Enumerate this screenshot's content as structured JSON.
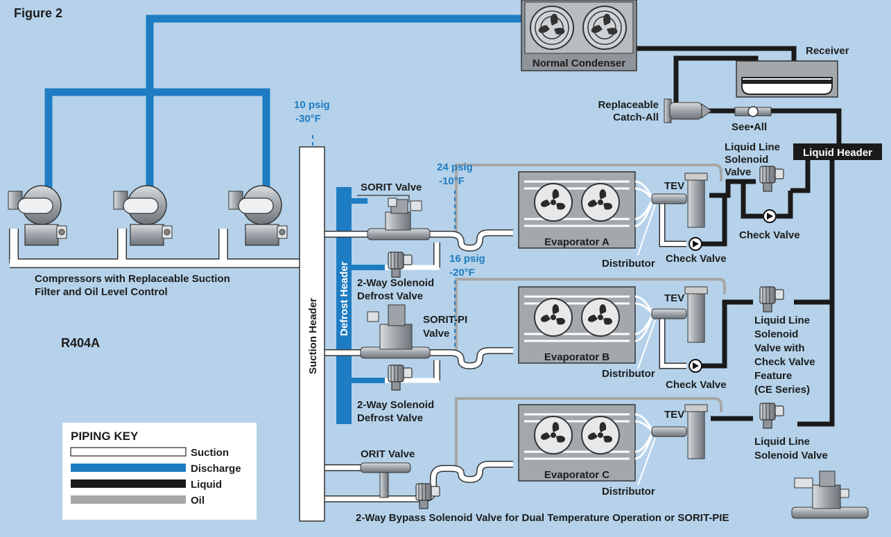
{
  "figure_title": "Figure 2",
  "refrigerant": "R404A",
  "condenser": {
    "label": "Normal Condenser"
  },
  "receiver": {
    "label": "Receiver"
  },
  "filter": {
    "label_line1": "Replaceable",
    "label_line2": "Catch-All"
  },
  "sight_glass": {
    "label": "See•All"
  },
  "liquid_header": {
    "label": "Liquid Header"
  },
  "suction_header": {
    "label": "Suction Header"
  },
  "defrost_header": {
    "label": "Defrost Header"
  },
  "compressors": {
    "caption_line1": "Compressors with Replaceable Suction",
    "caption_line2": "Filter and Oil Level Control"
  },
  "pressures": {
    "suction_psig": "10 psig",
    "suction_temp": "-30°F",
    "evapA_psig": "24 psig",
    "evapA_temp": "-10°F",
    "evapB_psig": "16 psig",
    "evapB_temp": "-20°F"
  },
  "valves": {
    "sorit": "SORIT Valve",
    "soritpi_line1": "SORIT-PI",
    "soritpi_line2": "Valve",
    "orit": "ORIT Valve",
    "defrost1_line1": "2-Way Solenoid",
    "defrost1_line2": "Defrost Valve",
    "defrost2_line1": "2-Way Solenoid",
    "defrost2_line2": "Defrost Valve",
    "bypass": "2-Way Bypass Solenoid Valve for Dual Temperature Operation or SORIT-PIE",
    "tev_a": "TEV",
    "tev_b": "TEV",
    "tev_c": "TEV",
    "check_a1": "Check Valve",
    "check_a2": "Check Valve",
    "check_b": "Check Valve",
    "llsv_a_line1": "Liquid Line",
    "llsv_a_line2": "Solenoid",
    "llsv_a_line3": "Valve",
    "llsv_b_lines": [
      "Liquid Line",
      "Solenoid",
      "Valve with",
      "Check Valve",
      "Feature",
      "(CE Series)"
    ],
    "llsv_c_line1": "Liquid Line",
    "llsv_c_line2": "Solenoid Valve"
  },
  "evaporators": {
    "a": "Evaporator A",
    "b": "Evaporator B",
    "c": "Evaporator C"
  },
  "distributors": {
    "a": "Distributor",
    "b": "Distributor",
    "c": "Distributor"
  },
  "piping_key": {
    "title": "PIPING KEY",
    "items": [
      "Suction",
      "Discharge",
      "Liquid",
      "Oil"
    ]
  },
  "colors": {
    "background": "#b5d2ea",
    "discharge": "#1e7cc2",
    "liquid": "#1a1a1a",
    "oil": "#a6a6a6",
    "suction": "#ffffff",
    "equipment": "#8e9499"
  }
}
